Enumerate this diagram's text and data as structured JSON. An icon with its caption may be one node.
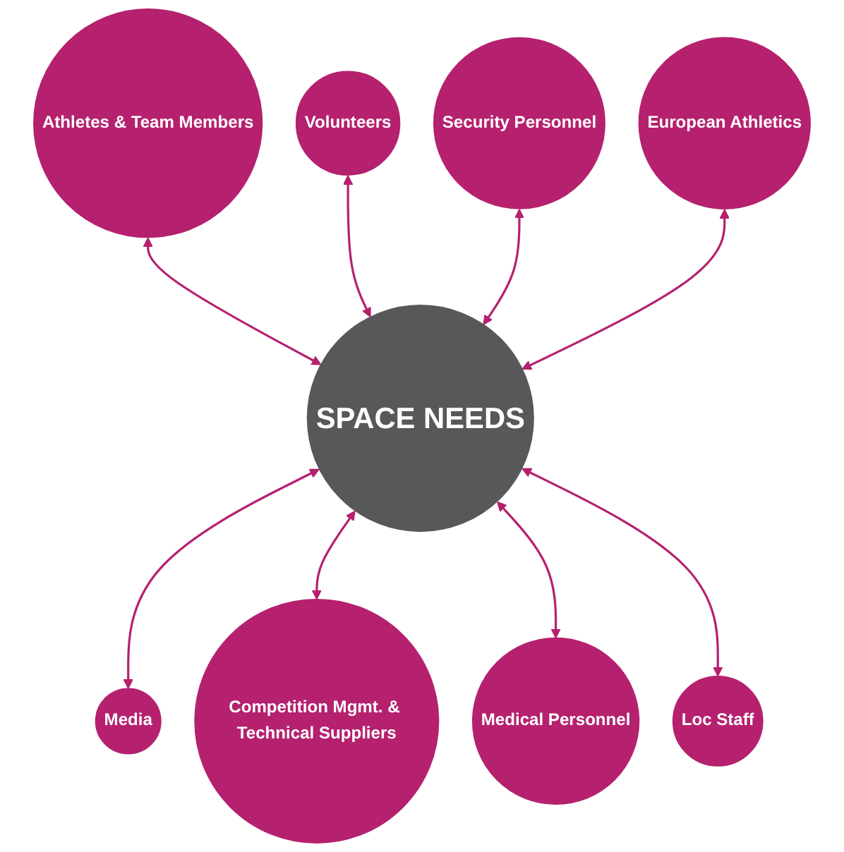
{
  "diagram": {
    "nodes": [
      {
        "text": [
          "Athletes & Team Members"
        ]
      },
      {
        "text": [
          "Volunteers"
        ]
      },
      {
        "text": [
          "Security Personnel"
        ]
      },
      {
        "text": [
          "European Athletics"
        ]
      },
      {
        "text": [
          "SPACE NEEDS"
        ]
      },
      {
        "text": [
          "Media"
        ]
      },
      {
        "text": [
          "Competition Mgmt. & Technical Suppliers"
        ]
      },
      {
        "text": [
          "Medical Personnel"
        ]
      },
      {
        "text": [
          "Loc Staff"
        ]
      }
    ],
    "edges": [
      {
        "from": 0,
        "to": 4,
        "arrow": "both"
      },
      {
        "from": 1,
        "to": 4,
        "arrow": "both"
      },
      {
        "from": 2,
        "to": 4,
        "arrow": "both"
      },
      {
        "from": 3,
        "to": 4,
        "arrow": "both"
      },
      {
        "from": 4,
        "to": 5,
        "arrow": "both"
      },
      {
        "from": 4,
        "to": 6,
        "arrow": "both"
      },
      {
        "from": 4,
        "to": 7,
        "arrow": "both"
      },
      {
        "from": 4,
        "to": 8,
        "arrow": "both"
      }
    ]
  }
}
